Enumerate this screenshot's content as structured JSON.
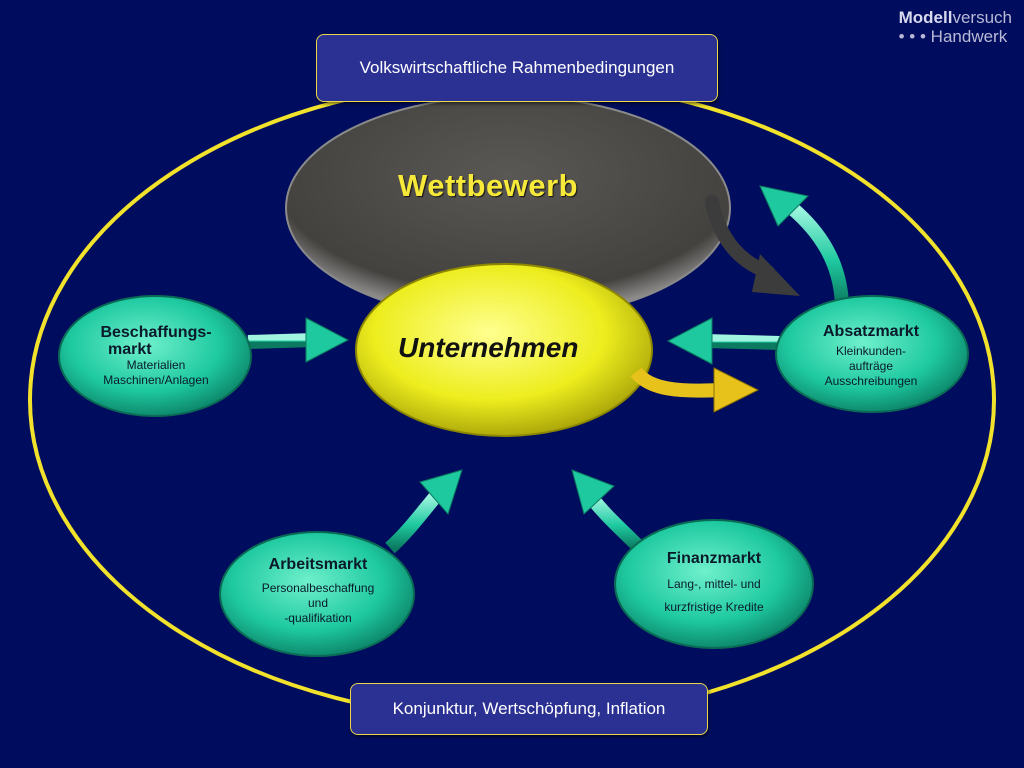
{
  "top_box": {
    "text": "Volkswirtschaftliche Rahmenbedingungen"
  },
  "bottom_box": {
    "text": "Konjunktur, Wertschöpfung, Inflation"
  },
  "brand": {
    "part1": "Modell",
    "part2": "versuch",
    "dots": "• • •",
    "part3": "Handwerk"
  },
  "center": {
    "wettbewerb": "Wettbewerb",
    "unternehmen": "Unternehmen"
  },
  "nodes": {
    "beschaffung": {
      "title_1": "Beschaffungs-",
      "title_2": "markt",
      "sub_1": "Materialien",
      "sub_2": "Maschinen/Anlagen"
    },
    "absatz": {
      "title": "Absatzmarkt",
      "sub_1": "Kleinkunden-",
      "sub_2": "aufträge",
      "sub_3": "Ausschreibungen"
    },
    "arbeit": {
      "title": "Arbeitsmarkt",
      "sub_1": "Personalbeschaffung",
      "sub_2": "und",
      "sub_3": "-qualifikation"
    },
    "finanz": {
      "title": "Finanzmarkt",
      "sub_1": "Lang-, mittel- und",
      "sub_2": "kurzfristige Kredite"
    }
  },
  "colors": {
    "background": "#000d5e",
    "ring": "#f2e22c",
    "teal": "#1ec9a0",
    "yellow": "#eded1e",
    "grey": "#4a4845"
  }
}
